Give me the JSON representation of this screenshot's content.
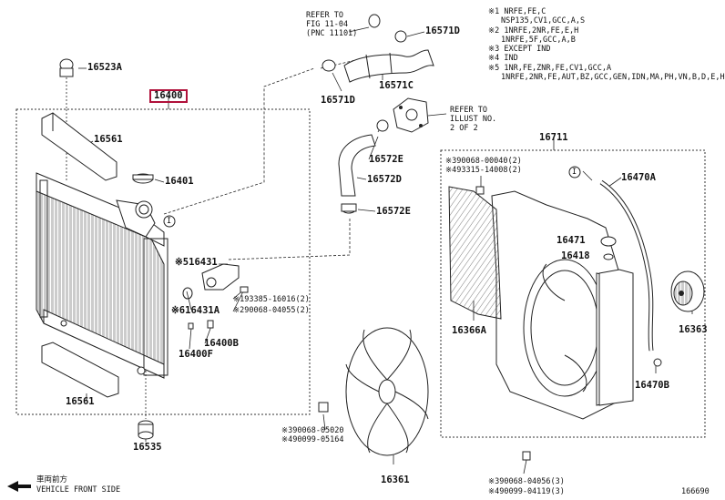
{
  "accent_color": "#b0103a",
  "notes": [
    "※1 NRFE,FE,C",
    "NSP135,CV1,GCC,A,S",
    "※2 1NRFE,2NR,FE,E,H",
    "1NRFE,5F,GCC,A,B",
    "※3 EXCEPT IND",
    "※4 IND",
    "※5 1NR,FE,ZNR,FE,CV1,GCC,A",
    "1NRFE,2NR,FE,AUT,BZ,GCC,GEN,IDN,MA,PH,VN,B,D,E,H"
  ],
  "refer_top": [
    "REFER TO",
    "FIG 11-04",
    "(PNC 11101)"
  ],
  "refer_right": [
    "REFER TO",
    "ILLUST NO.",
    "2 OF 2"
  ],
  "parts": {
    "p16523A": "16523A",
    "p16400": "16400",
    "p16561_top": "16561",
    "p16401": "16401",
    "p16571D_top": "16571D",
    "p16571D_left": "16571D",
    "p16571C": "16571C",
    "p16572E_top": "16572E",
    "p16572D": "16572D",
    "p16572E_mid": "16572E",
    "p16431": "※516431",
    "p193385": "※193385-16016(2)",
    "p290068a": "※290068-04055(2)",
    "p616431A": "※616431A",
    "p16400B": "16400B",
    "p16400F": "16400F",
    "p16561_bot": "16561",
    "p16535": "16535",
    "p16711": "16711",
    "p390068a": "※390068-00040(2)",
    "p493315": "※493315-14008(2)",
    "p16470A": "16470A",
    "p16471": "16471",
    "p16418": "16418",
    "p16363": "16363",
    "p16366A": "16366A",
    "p16470B": "16470B",
    "p390068b": "※390068-05020",
    "p490099a": "※490099-05164",
    "p16361": "16361",
    "p390068c": "※390068-04056(3)",
    "p490099b": "※490099-04119(3)",
    "circle_i": "I"
  },
  "vehicle_front_jp": "車両前方",
  "vehicle_front": "VEHICLE FRONT SIDE",
  "figure_code": "166690"
}
